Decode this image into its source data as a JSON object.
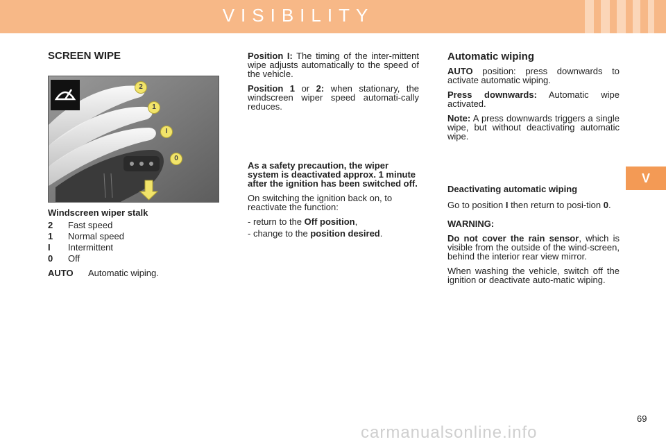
{
  "header": {
    "title": "VISIBILITY"
  },
  "side_tab": {
    "label": "V"
  },
  "left": {
    "heading": "SCREEN WIPE",
    "figure_labels": {
      "pos2": "2",
      "pos1": "1",
      "posI": "I",
      "pos0": "0"
    },
    "caption": "Windscreen wiper stalk",
    "legend": [
      {
        "key": "2",
        "value": "Fast speed"
      },
      {
        "key": "1",
        "value": "Normal speed"
      },
      {
        "key": "I",
        "value": "Intermittent"
      },
      {
        "key": "0",
        "value": "Off"
      }
    ],
    "auto": {
      "key": "AUTO",
      "value": "Automatic wiping."
    }
  },
  "middle": {
    "p1": {
      "bold": "Position I:",
      "text": " The timing of the inter-mittent wipe adjusts automatically to the speed of the vehicle."
    },
    "p2": {
      "bold1": "Position 1",
      "mid": " or ",
      "bold2": "2:",
      "text": " when stationary, the windscreen wiper speed automati-cally reduces."
    },
    "safety": "As a safety precaution, the wiper system is deactivated approx. 1 minute after the ignition has been switched off.",
    "reactivate": "On switching the ignition back on, to reactivate the function:",
    "items": [
      {
        "prefix": "- return to the ",
        "bold": "Off position",
        "suffix": ","
      },
      {
        "prefix": "- change to the ",
        "bold": "position desired",
        "suffix": "."
      }
    ]
  },
  "right": {
    "heading": "Automatic wiping",
    "p1": {
      "bold": "AUTO",
      "text": " position: press downwards to activate automatic wiping."
    },
    "p2": {
      "bold": "Press downwards:",
      "text": " Automatic wipe activated."
    },
    "p3": {
      "bold": "Note:",
      "text": " A press downwards triggers a single wipe, but without deactivating automatic wipe."
    },
    "deact_heading": "Deactivating automatic wiping",
    "deact": {
      "a": "Go to position ",
      "b": "I",
      "c": " then return to posi-tion ",
      "d": "0",
      "e": "."
    },
    "warning_label": "WARNING:",
    "warning": {
      "bold": "Do not cover the rain sensor",
      "text": ", which is visible from the outside of the wind-screen, behind the interior rear view mirror."
    },
    "washing": "When washing the vehicle, switch off the ignition or deactivate auto-matic wiping."
  },
  "page_number": "69",
  "watermark": "carmanualsonline.info",
  "colors": {
    "header": "#f7b887",
    "tab": "#f39a55",
    "marker": "#f2e46a"
  }
}
